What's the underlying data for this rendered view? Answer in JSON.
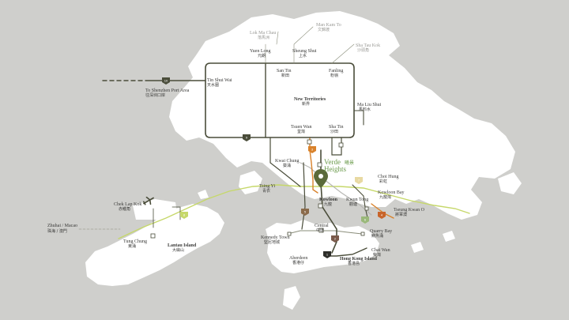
{
  "colors": {
    "background": "#cfcfcc",
    "land": "#ffffff",
    "road": "#4a4d3a",
    "tunnel_orange": "#d9822b",
    "rail_yellow": "#c6d86a",
    "mtr_grey": "#b8b8b4",
    "east_rail": "#8a8d7a",
    "brand_green": "#6a9a4a",
    "marker": "#5a6a3a"
  },
  "brand": {
    "name_line1": "Verde",
    "name_line2": "Heights",
    "name_cn": "曦景"
  },
  "labels": {
    "lok_ma_chau": "Lok Ma Chau",
    "lok_ma_chau_cn": "落馬洲",
    "man_kam_to": "Man Kam To",
    "man_kam_to_cn": "文錦渡",
    "sha_tau_kok": "Sha Tau Kok",
    "sha_tau_kok_cn": "沙頭角",
    "yuen_long": "Yuen Long",
    "yuen_long_cn": "元朗",
    "sheung_shui": "Sheung Shui",
    "sheung_shui_cn": "上水",
    "san_tin": "San Tin",
    "san_tin_cn": "新田",
    "fanling": "Fanling",
    "fanling_cn": "粉嶺",
    "tin_shui_wai": "Tin Shui Wai",
    "tin_shui_wai_cn": "天水圍",
    "shenzhen_port": "To Shenzhen Port Area",
    "shenzhen_port_cn": "往深圳口岸",
    "new_territories": "New Territories",
    "new_territories_cn": "新界",
    "ma_liu_shui": "Ma Liu Shui",
    "ma_liu_shui_cn": "馬料水",
    "tsuen_wan": "Tsuen Wan",
    "tsuen_wan_cn": "荃灣",
    "sha_tin": "Sha Tin",
    "sha_tin_cn": "沙田",
    "kwai_chung": "Kwai Chung",
    "kwai_chung_cn": "葵涌",
    "tsing_yi": "Tsing Yi",
    "tsing_yi_cn": "青衣",
    "choi_hung": "Choi Hung",
    "choi_hung_cn": "彩虹",
    "kowloon_bay": "Kowloon Bay",
    "kowloon_bay_cn": "九龍灣",
    "kowloon": "Kowloon",
    "kowloon_cn": "九龍",
    "kwun_tong": "Kwun Tong",
    "kwun_tong_cn": "觀塘",
    "tseung_kwan_o": "Tseung Kwan O",
    "tseung_kwan_o_cn": "將軍澳",
    "chek_lap_kok": "Chek Lap Kok",
    "chek_lap_kok_cn": "赤鱲角",
    "zhuhai_macao": "Zhuhai / Macao",
    "zhuhai_macao_cn": "珠海 / 澳門",
    "tung_chung": "Tung Chung",
    "tung_chung_cn": "東涌",
    "lantau_island": "Lantau Island",
    "lantau_island_cn": "大嶼山",
    "kennedy_town": "Kennedy Town",
    "kennedy_town_cn": "堅尼地城",
    "central": "Central",
    "central_cn": "中環",
    "quarry_bay": "Quarry Bay",
    "quarry_bay_cn": "鰂魚涌",
    "chai_wan": "Chai Wan",
    "chai_wan_cn": "柴灣",
    "aberdeen": "Aberdeen",
    "aberdeen_cn": "香港仔",
    "hong_kong_island": "Hong Kong Island",
    "hong_kong_island_cn": "香港島"
  },
  "route_badges": {
    "r10": "10",
    "r9": "9",
    "r8": "8",
    "r7": "7",
    "r6": "6",
    "r5": "5",
    "r4": "4",
    "r3": "3",
    "r2": "2",
    "r1": "1"
  }
}
